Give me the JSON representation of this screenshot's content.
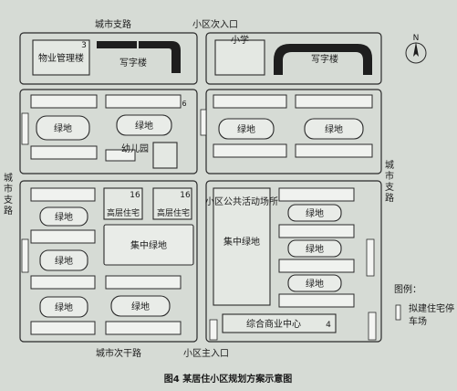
{
  "map": {
    "roads": {
      "top": "城市支路",
      "top_entrance": "小区次入口",
      "left": "城市支路",
      "right": "城市支路",
      "bottom": "城市次干路",
      "bottom_entrance": "小区主入口"
    },
    "facilities": {
      "property_office": "物业管理楼",
      "office_left": "写字楼",
      "primary_school": "小学",
      "office_right": "写字楼",
      "kindergarten": "幼儿园",
      "highrise_left": "高层住宅",
      "highrise_right": "高层住宅",
      "central_green": "集中绿地",
      "public_space": "小区公共活动场所",
      "public_space_green": "集中绿地",
      "commercial_center": "综合商业中心"
    },
    "green_label": "绿地",
    "floor_labels": {
      "property_office": "3",
      "highrise_left": "16",
      "highrise_right": "16",
      "commercial_center": "4",
      "row_houses": "6"
    },
    "north_label": "N",
    "legend": {
      "title": "图例：",
      "item_label": "拟建住宅停车场"
    },
    "caption": "图4   某居住小区规划方案示意图"
  }
}
